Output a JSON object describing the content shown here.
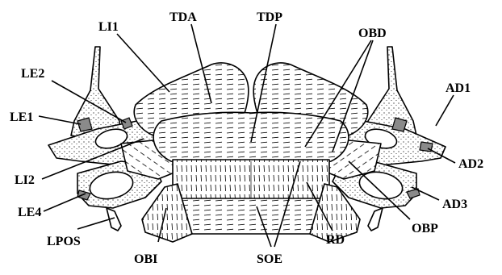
{
  "figure": {
    "labels": {
      "li1": "LI1",
      "tda": "TDA",
      "tdp": "TDP",
      "obd": "OBD",
      "le2": "LE2",
      "ad1": "AD1",
      "le1": "LE1",
      "ad2": "AD2",
      "li2": "LI2",
      "ad3": "AD3",
      "le4": "LE4",
      "obp": "OBP",
      "lpos": "LPOS",
      "rd": "RD",
      "obi": "OBI",
      "soe": "SOE"
    }
  }
}
